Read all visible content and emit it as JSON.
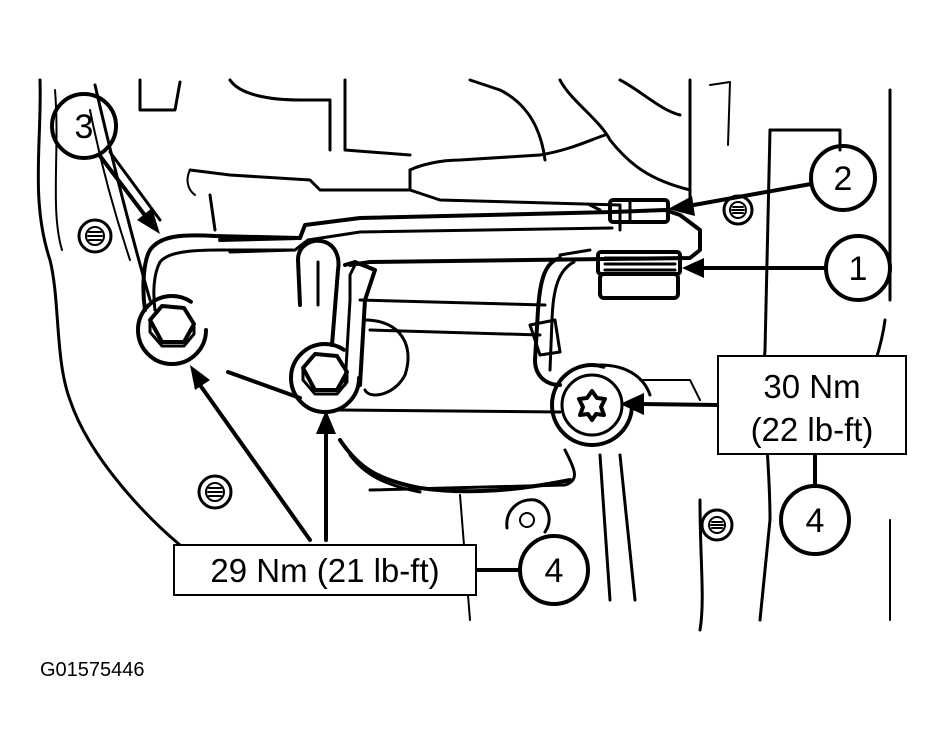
{
  "callouts": {
    "c1": "1",
    "c2": "2",
    "c3": "3",
    "c4_bottom": "4",
    "c4_right": "4"
  },
  "torque": {
    "upper_line1": "30 Nm",
    "upper_line2": "(22 lb-ft)",
    "lower": "29 Nm (21 lb-ft)"
  },
  "figure_id": "G01575446"
}
